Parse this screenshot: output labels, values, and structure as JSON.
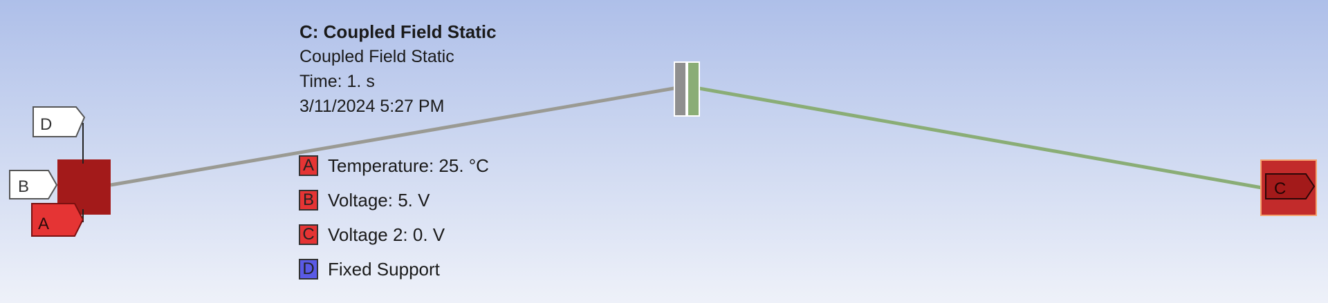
{
  "info": {
    "title": "C: Coupled Field Static",
    "analysis_type": "Coupled Field Static",
    "time": "Time: 1. s",
    "date": "3/11/2024 5:27 PM"
  },
  "legend": [
    {
      "letter": "A",
      "text": "Temperature: 25. °C",
      "color": "#e53434"
    },
    {
      "letter": "B",
      "text": "Voltage: 5. V",
      "color": "#e53434"
    },
    {
      "letter": "C",
      "text": "Voltage 2: 0. V",
      "color": "#e53434"
    },
    {
      "letter": "D",
      "text": "Fixed Support",
      "color": "#5a5ae6"
    }
  ],
  "tags": {
    "left_d": "D",
    "left_b": "B",
    "left_a": "A",
    "right_c": "C"
  },
  "colors": {
    "body_dark_red": "#a31a1a",
    "body_red": "#c22b2b",
    "line_gray": "#9a9a93",
    "line_green": "#8aad76",
    "tag_red": "#e53434",
    "tag_white": "#ffffff"
  }
}
